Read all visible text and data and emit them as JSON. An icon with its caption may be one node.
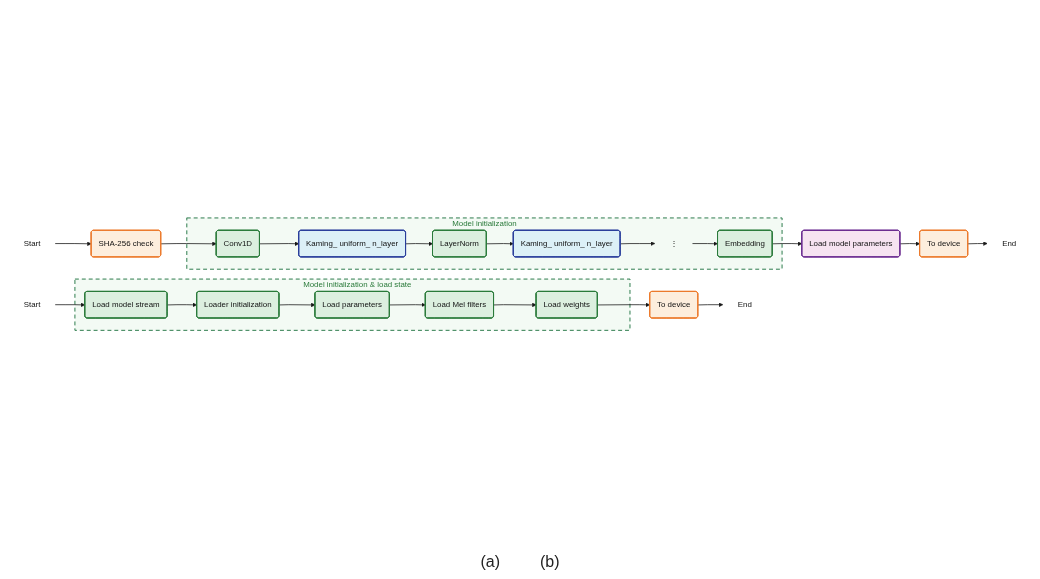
{
  "diagram": {
    "nodes": [
      {
        "text": [
          "Start"
        ]
      },
      {
        "text": [
          "SHA-256 check"
        ]
      },
      {
        "text": [
          "Model initialization"
        ]
      },
      {
        "text": [
          "Conv1D"
        ],
        "in": 2
      },
      {
        "text": [
          "Kaming_ uniform_ n_layer"
        ],
        "in": 2
      },
      {
        "text": [
          "LayerNorm"
        ],
        "in": 2
      },
      {
        "text": [
          "Kaming_ uniform_ n_layer"
        ],
        "in": 2
      },
      {
        "text": [
          "⋮"
        ],
        "in": 2
      },
      {
        "text": [
          "Embedding"
        ],
        "in": 2
      },
      {
        "text": [
          "Load model parameters"
        ]
      },
      {
        "text": [
          "To device"
        ]
      },
      {
        "text": [
          "End"
        ]
      },
      {
        "text": [
          "Start"
        ]
      },
      {
        "text": [
          "Model initialization & load state"
        ]
      },
      {
        "text": [
          "Load model stream"
        ],
        "in": 13
      },
      {
        "text": [
          "Loader initialization"
        ],
        "in": 13
      },
      {
        "text": [
          "Load parameters"
        ],
        "in": 13
      },
      {
        "text": [
          "Load Mel filters"
        ],
        "in": 13
      },
      {
        "text": [
          "Load weights"
        ],
        "in": 13
      },
      {
        "text": [
          "To device"
        ]
      },
      {
        "text": [
          "End"
        ]
      }
    ],
    "edges": [
      {
        "from": 0,
        "to": 1,
        "arrow": "to"
      },
      {
        "from": 1,
        "to": 3,
        "arrow": "to"
      },
      {
        "from": 3,
        "to": 4,
        "arrow": "to"
      },
      {
        "from": 4,
        "to": 5,
        "arrow": "to"
      },
      {
        "from": 5,
        "to": 6,
        "arrow": "to"
      },
      {
        "from": 6,
        "to": 7,
        "arrow": "to"
      },
      {
        "from": 7,
        "to": 8,
        "arrow": "to"
      },
      {
        "from": 8,
        "to": 9,
        "arrow": "to"
      },
      {
        "from": 9,
        "to": 10,
        "arrow": "to"
      },
      {
        "from": 10,
        "to": 11,
        "arrow": "to"
      },
      {
        "from": 12,
        "to": 14,
        "arrow": "to"
      },
      {
        "from": 14,
        "to": 15,
        "arrow": "to"
      },
      {
        "from": 15,
        "to": 16,
        "arrow": "to"
      },
      {
        "from": 16,
        "to": 17,
        "arrow": "to"
      },
      {
        "from": 17,
        "to": 18,
        "arrow": "to"
      },
      {
        "from": 18,
        "to": 19,
        "arrow": "to"
      },
      {
        "from": 19,
        "to": 20,
        "arrow": "to"
      }
    ],
    "labels": [
      "(a)",
      "(b)"
    ]
  }
}
